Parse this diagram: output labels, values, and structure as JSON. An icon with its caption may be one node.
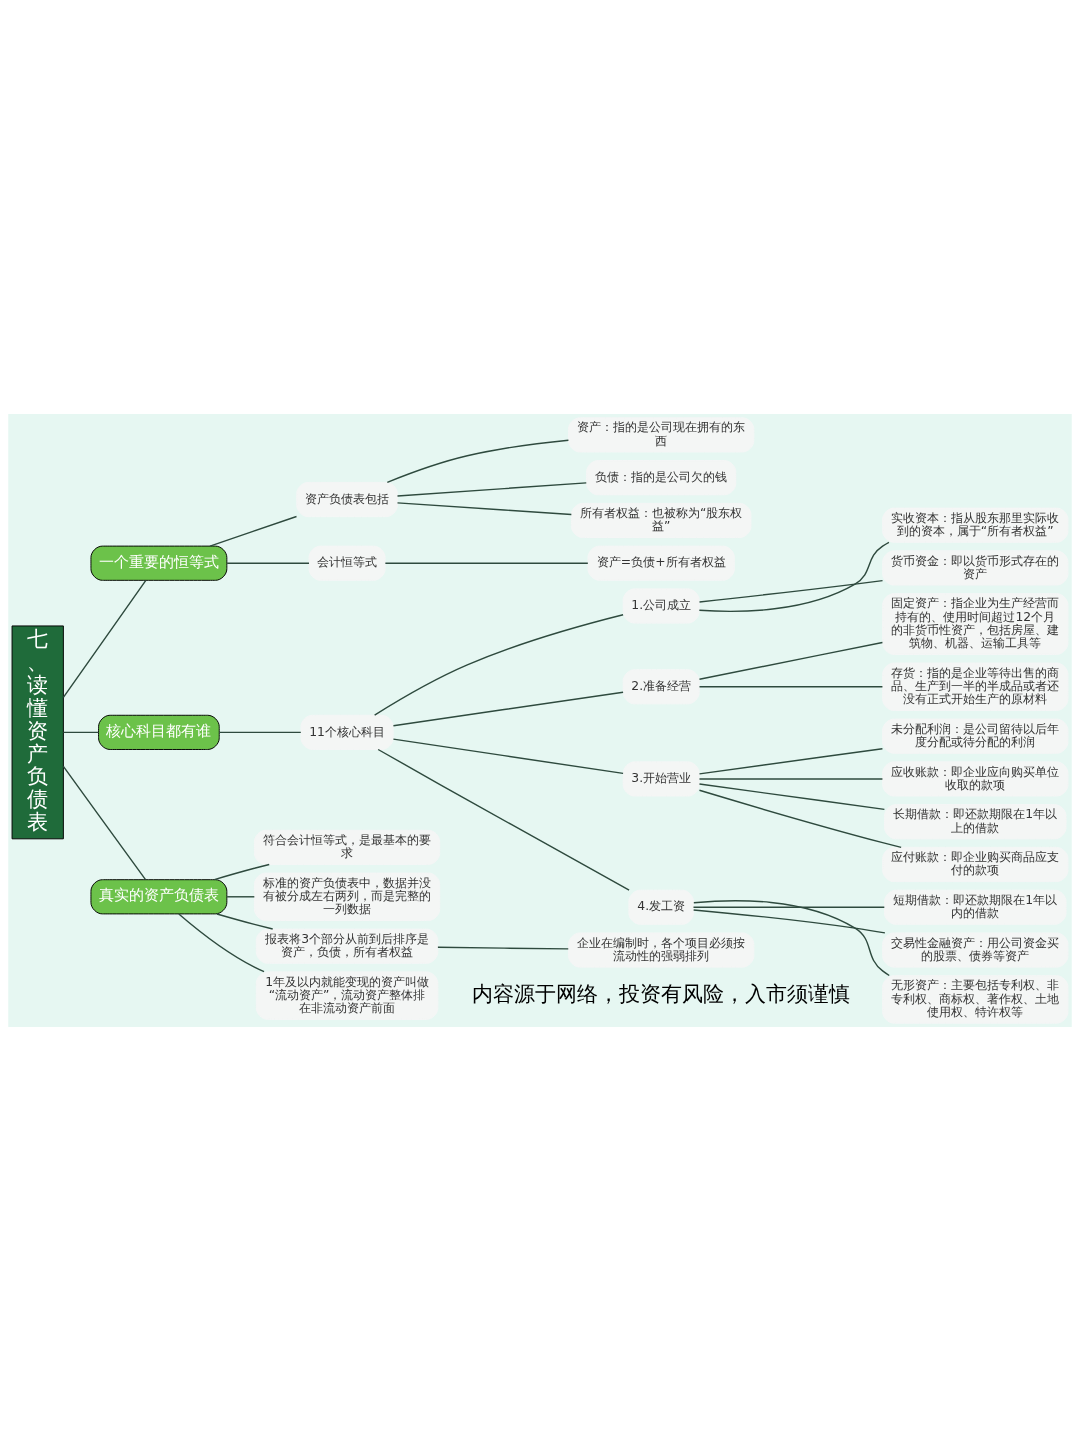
{
  "diagram": {
    "nodes": [
      {
        "text": [
          "七、读懂资产负债表"
        ]
      },
      {
        "text": [
          "一个重要的恒等式"
        ]
      },
      {
        "text": [
          "资产负债表包括"
        ]
      },
      {
        "text": [
          "资产：指的是公司现在拥有的东西"
        ]
      },
      {
        "text": [
          "负债：指的是公司欠的钱"
        ]
      },
      {
        "text": [
          "所有者权益：也被称为“股东权益”"
        ]
      },
      {
        "text": [
          "会计恒等式"
        ]
      },
      {
        "text": [
          "资产=负债+所有者权益"
        ]
      },
      {
        "text": [
          "核心科目都有谁"
        ]
      },
      {
        "text": [
          "11个核心科目"
        ]
      },
      {
        "text": [
          "1.公司成立"
        ]
      },
      {
        "text": [
          "实收资本：指从股东那里实际收到的资本，属于“所有者权益”"
        ]
      },
      {
        "text": [
          "货币资金：即以货币形式存在的资产"
        ]
      },
      {
        "text": [
          "2.准备经营"
        ]
      },
      {
        "text": [
          "固定资产：指企业为生产经营而持有的、使用时间超过12个月的非货币性资产，包括房屋、建筑物、机器、运输工具等"
        ]
      },
      {
        "text": [
          "存货：指的是企业等待出售的商品、生产到一半的半成品或者还没有正式开始生产的原材料"
        ]
      },
      {
        "text": [
          "3.开始营业"
        ]
      },
      {
        "text": [
          "未分配利润：是公司留待以后年度分配或待分配的利润"
        ]
      },
      {
        "text": [
          "应收账款：即企业应向购买单位收取的款项"
        ]
      },
      {
        "text": [
          "长期借款：即还款期限在1年以上的借款"
        ]
      },
      {
        "text": [
          "应付账款：即企业购买商品应支付的款项"
        ]
      },
      {
        "text": [
          "4.发工资"
        ]
      },
      {
        "text": [
          "短期借款：即还款期限在1年以内的借款"
        ]
      },
      {
        "text": [
          "交易性金融资产：用公司资金买的股票、债券等资产"
        ]
      },
      {
        "text": [
          "无形资产：主要包括专利权、非专利权、商标权、著作权、土地使用权、特许权等"
        ]
      },
      {
        "text": [
          "真实的资产负债表"
        ]
      },
      {
        "text": [
          "符合会计恒等式，是最基本的要求"
        ]
      },
      {
        "text": [
          "标准的资产负债表中，数据并没有被分成左右两列，而是完整的一列数据"
        ]
      },
      {
        "text": [
          "报表将3个部分从前到后排序是资产，负债，所有者权益"
        ]
      },
      {
        "text": [
          "企业在编制时，各个项目必须按流动性的强弱排列"
        ]
      },
      {
        "text": [
          "1年及以内就能变现的资产叫做“流动资产”，流动资产整体排在非流动资产前面"
        ]
      }
    ],
    "edges": [
      {
        "from": 0,
        "to": 1,
        "arrow": "none"
      },
      {
        "from": 1,
        "to": 2,
        "arrow": "none"
      },
      {
        "from": 2,
        "to": 3,
        "arrow": "none"
      },
      {
        "from": 2,
        "to": 4,
        "arrow": "none"
      },
      {
        "from": 2,
        "to": 5,
        "arrow": "none"
      },
      {
        "from": 1,
        "to": 6,
        "arrow": "none"
      },
      {
        "from": 6,
        "to": 7,
        "arrow": "none"
      },
      {
        "from": 0,
        "to": 8,
        "arrow": "none"
      },
      {
        "from": 8,
        "to": 9,
        "arrow": "none"
      },
      {
        "from": 9,
        "to": 10,
        "arrow": "none"
      },
      {
        "from": 10,
        "to": 11,
        "arrow": "none"
      },
      {
        "from": 10,
        "to": 12,
        "arrow": "none"
      },
      {
        "from": 9,
        "to": 13,
        "arrow": "none"
      },
      {
        "from": 13,
        "to": 14,
        "arrow": "none"
      },
      {
        "from": 13,
        "to": 15,
        "arrow": "none"
      },
      {
        "from": 9,
        "to": 16,
        "arrow": "none"
      },
      {
        "from": 16,
        "to": 17,
        "arrow": "none"
      },
      {
        "from": 16,
        "to": 18,
        "arrow": "none"
      },
      {
        "from": 16,
        "to": 19,
        "arrow": "none"
      },
      {
        "from": 16,
        "to": 20,
        "arrow": "none"
      },
      {
        "from": 9,
        "to": 21,
        "arrow": "none"
      },
      {
        "from": 21,
        "to": 22,
        "arrow": "none"
      },
      {
        "from": 21,
        "to": 23,
        "arrow": "none"
      },
      {
        "from": 21,
        "to": 24,
        "arrow": "none"
      },
      {
        "from": 0,
        "to": 25,
        "arrow": "none"
      },
      {
        "from": 25,
        "to": 26,
        "arrow": "none"
      },
      {
        "from": 25,
        "to": 27,
        "arrow": "none"
      },
      {
        "from": 25,
        "to": 28,
        "arrow": "none"
      },
      {
        "from": 28,
        "to": 29,
        "arrow": "none"
      },
      {
        "from": 25,
        "to": 30,
        "arrow": "none"
      }
    ],
    "labels": [
      "内容源于网络，投资有风险，入市须谨慎"
    ]
  }
}
